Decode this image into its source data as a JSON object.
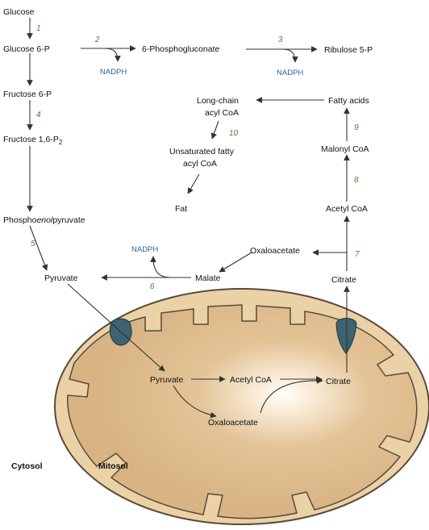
{
  "labels": {
    "glucose": "Glucose",
    "glucose6p": "Glucose 6-P",
    "phosphogluconate": "6-Phosphogluconate",
    "ribulose5p": "Ribulose 5-P",
    "fructose6p": "Fructose 6-P",
    "fructose16p2": "Fructose 1,6-P",
    "fructose16p2_sub": "2",
    "pep_pre": "Phospho",
    "pep_italic": "enol",
    "pep_post": "pyruvate",
    "pyruvate_cyto": "Pyruvate",
    "malate": "Malate",
    "oxaloacetate_cyto": "Oxaloacetate",
    "citrate_cyto": "Citrate",
    "acetylcoa_cyto": "Acetyl CoA",
    "malonylcoa": "Malonyl CoA",
    "fattyacids": "Fatty acids",
    "longchain1": "Long-chain",
    "longchain2": "acyl CoA",
    "unsat1": "Unsaturated fatty",
    "unsat2": "acyl CoA",
    "fat": "Fat",
    "pyruvate_mito": "Pyruvate",
    "acetylcoa_mito": "Acetyl CoA",
    "citrate_mito": "Citrate",
    "oxaloacetate_mito": "Oxaloacetate",
    "cytosol": "Cytosol",
    "mitosol": "Mitosol"
  },
  "cofactors": {
    "nadph_1": "NADPH",
    "nadph_2": "NADPH",
    "nadph_3": "NADPH"
  },
  "steps": {
    "s1": "1",
    "s2": "2",
    "s3": "3",
    "s4": "4",
    "s5": "5",
    "s6": "6",
    "s7": "7",
    "s8": "8",
    "s9": "9",
    "s10": "10"
  },
  "colors": {
    "mito_fill": "#dbb889",
    "mito_stroke": "#5a4a3a",
    "transporter": "#3d6270",
    "cofactor_text": "#2a5fa8",
    "step_number": "#7a6a34"
  }
}
